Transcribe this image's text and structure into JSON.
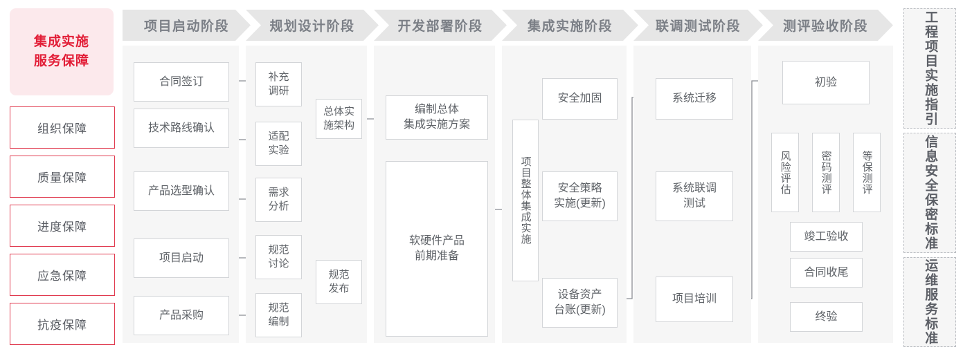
{
  "sidebar_left": {
    "hero": {
      "label": "集成实施\n服务保障",
      "bg": "#fce9ec",
      "text_color": "#e21f38"
    },
    "items": [
      {
        "label": "组织保障"
      },
      {
        "label": "质量保障"
      },
      {
        "label": "进度保障"
      },
      {
        "label": "应急保障"
      },
      {
        "label": "抗疫保障"
      }
    ],
    "border_color": "#e03a4f"
  },
  "phases": [
    {
      "title": "项目启动阶段"
    },
    {
      "title": "规划设计阶段"
    },
    {
      "title": "开发部署阶段"
    },
    {
      "title": "集成实施阶段"
    },
    {
      "title": "联调测试阶段"
    },
    {
      "title": "测评验收阶段"
    }
  ],
  "nodes": {
    "p1": [
      {
        "label": "合同签订"
      },
      {
        "label": "技术路线确认"
      },
      {
        "label": "产品选型确认"
      },
      {
        "label": "项目启动"
      },
      {
        "label": "产品采购"
      }
    ],
    "p2": [
      {
        "label": "补充\n调研"
      },
      {
        "label": "适配\n实验"
      },
      {
        "label": "需求\n分析"
      },
      {
        "label": "规范\n讨论"
      },
      {
        "label": "规范\n编制"
      },
      {
        "label": "总体实\n施架构"
      },
      {
        "label": "规范\n发布"
      }
    ],
    "p3": [
      {
        "label": "编制总体\n集成实施方案"
      },
      {
        "label": "软硬件产品\n前期准备"
      }
    ],
    "p4": [
      {
        "label": "项目整体集成实施"
      },
      {
        "label": "安全加固"
      },
      {
        "label": "安全策略\n实施(更新)"
      },
      {
        "label": "设备资产\n台账(更新)"
      }
    ],
    "p5": [
      {
        "label": "系统迁移"
      },
      {
        "label": "系统联调\n测试"
      },
      {
        "label": "项目培训"
      }
    ],
    "p6": [
      {
        "label": "初验"
      },
      {
        "label": "风险评估"
      },
      {
        "label": "密码测评"
      },
      {
        "label": "等保测评"
      },
      {
        "label": "竣工验收"
      },
      {
        "label": "合同收尾"
      },
      {
        "label": "终验"
      }
    ]
  },
  "sidebar_right": [
    {
      "label": "工程项目实施指引"
    },
    {
      "label": "信息安全保密标准"
    },
    {
      "label": "运维服务标准"
    }
  ],
  "colors": {
    "band_bg": "#f6f6f6",
    "head_bg": "#e6e6e6",
    "head_text": "#7b7f86",
    "node_border": "#d3d5d8",
    "node_text": "#5f6368",
    "connector": "#8a8d93",
    "accent_red": "#e03a4f"
  }
}
